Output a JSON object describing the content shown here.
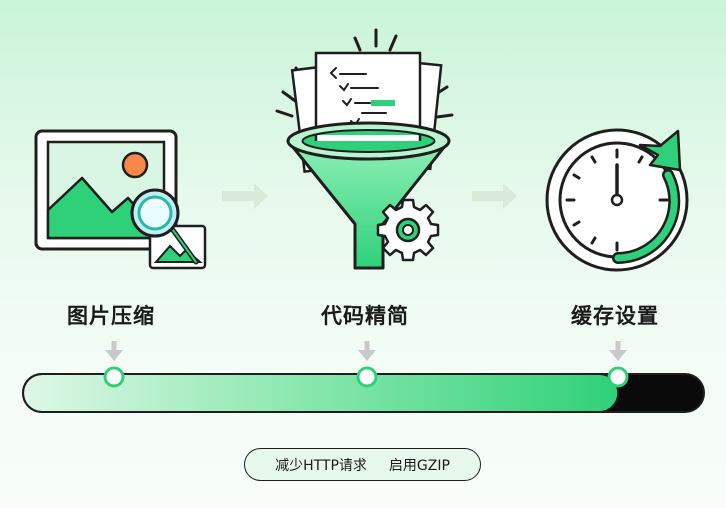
{
  "steps": [
    {
      "label": "图片压缩",
      "icon": "image-compress-icon"
    },
    {
      "label": "代码精简",
      "icon": "code-funnel-icon"
    },
    {
      "label": "缓存设置",
      "icon": "cache-timer-icon"
    }
  ],
  "progress": {
    "fraction": 0.83,
    "milestones": 3
  },
  "tags": [
    "减少HTTP请求",
    "启用GZIP"
  ],
  "colors": {
    "accent": "#2fd07a",
    "accent_dark": "#1fa25c",
    "ink": "#1e1e1e",
    "track_dark": "#0a0a0a"
  }
}
